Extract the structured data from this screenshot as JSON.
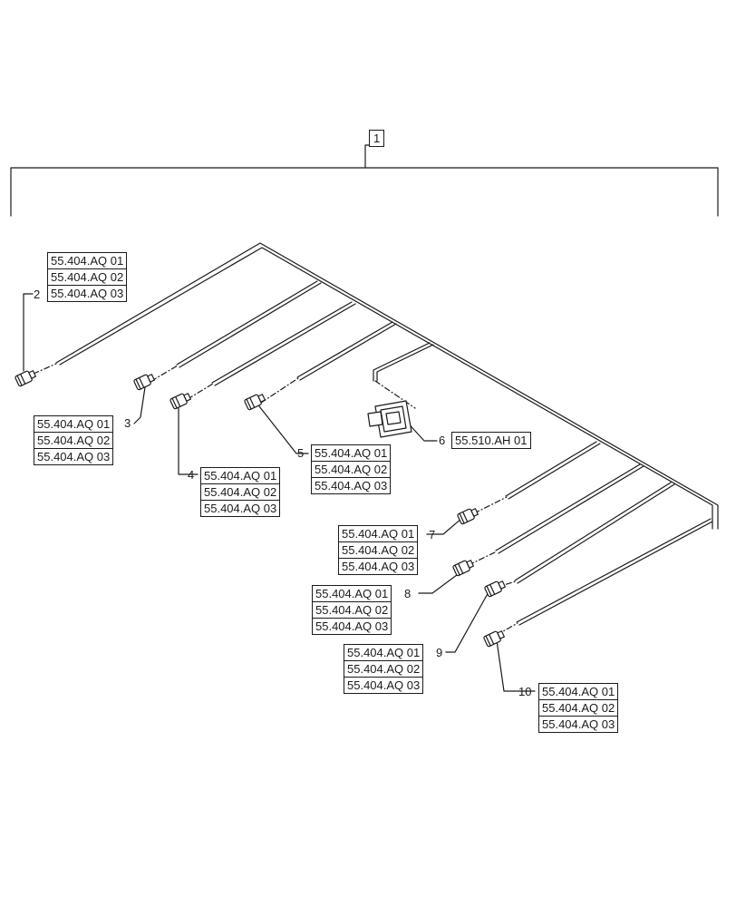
{
  "top_callout": "1",
  "callouts": [
    {
      "key": "c2",
      "number": "2",
      "refs": [
        "55.404.AQ 01",
        "55.404.AQ 02",
        "55.404.AQ 03"
      ]
    },
    {
      "key": "c3",
      "number": "3",
      "refs": [
        "55.404.AQ 01",
        "55.404.AQ 02",
        "55.404.AQ 03"
      ]
    },
    {
      "key": "c4",
      "number": "4",
      "refs": [
        "55.404.AQ 01",
        "55.404.AQ 02",
        "55.404.AQ 03"
      ]
    },
    {
      "key": "c5",
      "number": "5",
      "refs": [
        "55.404.AQ 01",
        "55.404.AQ 02",
        "55.404.AQ 03"
      ]
    },
    {
      "key": "c6",
      "number": "6",
      "refs": [
        "55.510.AH 01"
      ]
    },
    {
      "key": "c7",
      "number": "7",
      "refs": [
        "55.404.AQ 01",
        "55.404.AQ 02",
        "55.404.AQ 03"
      ]
    },
    {
      "key": "c8",
      "number": "8",
      "refs": [
        "55.404.AQ 01",
        "55.404.AQ 02",
        "55.404.AQ 03"
      ]
    },
    {
      "key": "c9",
      "number": "9",
      "refs": [
        "55.404.AQ 01",
        "55.404.AQ 02",
        "55.404.AQ 03"
      ]
    },
    {
      "key": "c10",
      "number": "10",
      "refs": [
        "55.404.AQ 01",
        "55.404.AQ 02",
        "55.404.AQ 03"
      ]
    }
  ]
}
